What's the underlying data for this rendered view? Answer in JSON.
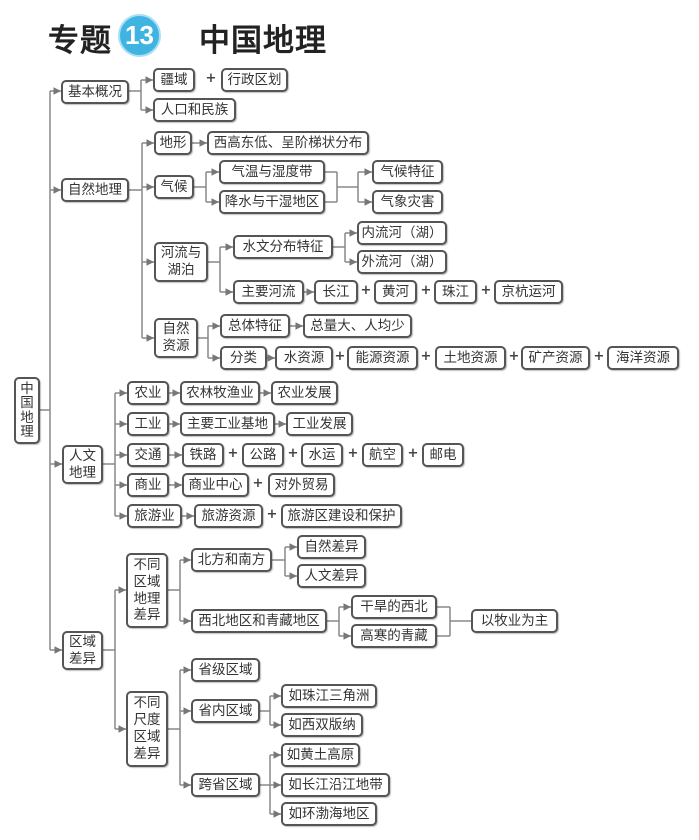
{
  "title": {
    "prefix": "专题",
    "number": "13",
    "text": "中国地理"
  },
  "root": "中\n国\n地\n理",
  "plus": "+",
  "basic": {
    "label": "基本概况",
    "territory": "疆域",
    "admin": "行政区划",
    "population": "人口和民族"
  },
  "physical": {
    "label": "自然地理",
    "terrain": "地形",
    "terrain_desc": "西高东低、呈阶梯状分布",
    "climate": "气候",
    "temp": "气温与湿度带",
    "precip": "降水与干湿地区",
    "climate_features": "气候特征",
    "weather_disasters": "气象灾害",
    "rivers": "河流与\n湖泊",
    "hydro": "水文分布特征",
    "inland": "内流河（湖）",
    "outflow": "外流河（湖）",
    "main_rivers": "主要河流",
    "river_list": [
      "长江",
      "黄河",
      "珠江",
      "京杭运河"
    ],
    "resources": "自然\n资源",
    "overall": "总体特征",
    "overall_desc": "总量大、人均少",
    "classify": "分类",
    "resource_list": [
      "水资源",
      "能源资源",
      "土地资源",
      "矿产资源",
      "海洋资源"
    ]
  },
  "human": {
    "label": "人文\n地理",
    "agriculture": "农业",
    "agri_types": "农林牧渔业",
    "agri_dev": "农业发展",
    "industry": "工业",
    "ind_bases": "主要工业基地",
    "ind_dev": "工业发展",
    "transport": "交通",
    "transport_list": [
      "铁路",
      "公路",
      "水运",
      "航空",
      "邮电"
    ],
    "commerce": "商业",
    "com_centers": "商业中心",
    "foreign_trade": "对外贸易",
    "tourism": "旅游业",
    "tour_resources": "旅游资源",
    "tour_dev": "旅游区建设和保护"
  },
  "regional": {
    "label": "区域\n差异",
    "diff_regions": "不同\n区域\n地理\n差异",
    "north_south": "北方和南方",
    "natural_diff": "自然差异",
    "human_diff": "人文差异",
    "nw_qt": "西北地区和青藏地区",
    "arid_nw": "干旱的西北",
    "cold_qt": "高寒的青藏",
    "pastoral": "以牧业为主",
    "diff_scales": "不同\n尺度\n区域\n差异",
    "provincial": "省级区域",
    "intra": "省内区域",
    "intra_examples": [
      "如珠江三角洲",
      "如西双版纳"
    ],
    "cross": "跨省区域",
    "cross_examples": [
      "如黄土高原",
      "如长江沿江地带",
      "如环渤海地区"
    ]
  }
}
